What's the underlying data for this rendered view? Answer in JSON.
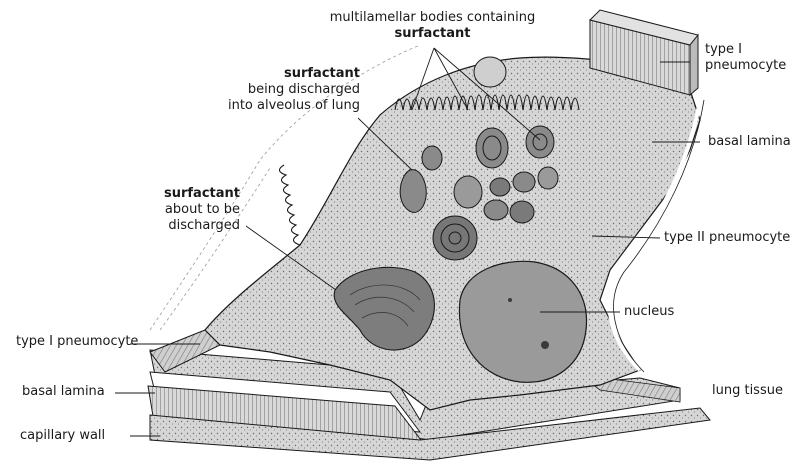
{
  "labels": {
    "multilamellar": "multilamellar bodies containing",
    "multilamellar_bold": "surfactant",
    "type1_top": "type I",
    "type1_top_2": "pneumocyte",
    "surfactant_discharged_bold": "surfactant",
    "surfactant_discharged_2": "being discharged",
    "surfactant_discharged_3": "into alveolus of lung",
    "basal_lamina_right": "basal lamina",
    "surfactant_about_bold": "surfactant",
    "surfactant_about_2": "about to be",
    "surfactant_about_3": "discharged",
    "type2": "type II pneumocyte",
    "nucleus": "nucleus",
    "type1_left": "type I pneumocyte",
    "lung_tissue": "lung tissue",
    "basal_lamina_left": "basal lamina",
    "capillary_wall": "capillary wall"
  },
  "colors": {
    "line": "#1a1a1a",
    "cell_fill": "#dcdcdc",
    "granule": "#8a8a8a",
    "dark": "#555555",
    "nucleus_fill": "#9a9a9a"
  }
}
